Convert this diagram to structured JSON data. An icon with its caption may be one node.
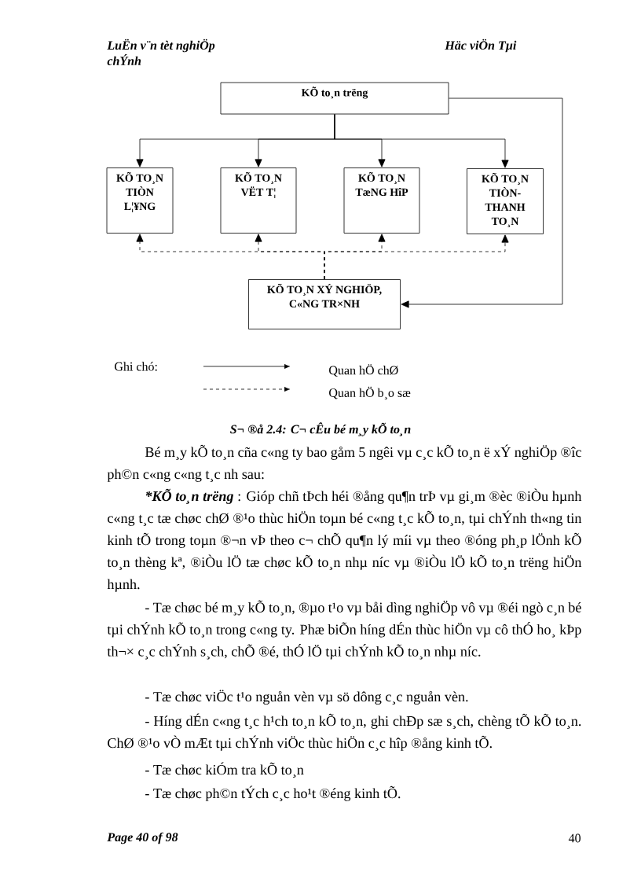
{
  "diagram": {
    "caption": "S¬ ®å 2.4: C¬ cÊu bé m¸y kÕ to¸n",
    "nodes": [
      {
        "text": [
          "KÕ to¸n trëng"
        ]
      },
      {
        "text": [
          "KÕ TO¸N TIÒN L¦¥NG"
        ]
      },
      {
        "text": [
          "KÕ TO¸N VËT T¦"
        ]
      },
      {
        "text": [
          "KÕ TO¸N TæNG HîP"
        ]
      },
      {
        "text": [
          "KÕ TO¸N TIÒN- THANH TO¸N"
        ]
      },
      {
        "text": [
          "KÕ TO¸N XÝ NGHIÖP, C«NG TR×NH"
        ]
      }
    ],
    "edges": [
      {
        "from": 0,
        "to": 1,
        "arrow": "to"
      },
      {
        "from": 0,
        "to": 2,
        "arrow": "to"
      },
      {
        "from": 0,
        "to": 3,
        "arrow": "to"
      },
      {
        "from": 0,
        "to": 4,
        "arrow": "to"
      },
      {
        "from": 0,
        "to": 5,
        "arrow": "to"
      },
      {
        "from": 5,
        "to": 1,
        "arrow": "to",
        "style": "dashed"
      },
      {
        "from": 5,
        "to": 2,
        "arrow": "to",
        "style": "dashed"
      },
      {
        "from": 5,
        "to": 3,
        "arrow": "to",
        "style": "dashed"
      },
      {
        "from": 5,
        "to": 4,
        "arrow": "to",
        "style": "dashed"
      }
    ],
    "labels": [
      "LuËn v¨n tèt nghiÖp",
      "Häc viÖn Tµi",
      "chÝnh",
      "Ghi chó:",
      "Bé m¸y kÕ to¸n cña c«ng ty bao gåm 5 ngêi vµ c¸c kÕ to¸n ë xÝ nghiÖp ®îc ph©n c«ng c«ng t¸c nh sau:",
      "*KÕ to¸n trëng",
      ": Gióp chñ tÞch héi ®ång qu¶n trÞ vµ gi¸m ®èc ®iÒu hµnh c«ng t¸c tæ chøc chØ ®¹o thùc hiÖn toµn bé c«ng t¸c kÕ to¸n, tµi chÝnh th«ng tin kinh tÕ trong toµn ®¬n vÞ theo c¬ chÕ qu¶n lý míi vµ theo ®óng ph¸p lÖnh kÕ to¸n thèng kª, ®iÒu lÖ tæ chøc kÕ to¸n nhµ níc vµ ®iÒu lÖ kÕ to¸n trëng hiÖn hµnh.",
      "- Tæ chøc bé m¸y kÕ to¸n, ®µo t¹o vµ båi dìng nghiÖp vô vµ ®éi ngò c¸n bé tµi chÝnh kÕ to¸n trong c«ng ty. Phæ biÕn híng dÉn thùc hiÖn vµ cô thÓ ho¸ kÞp th¬× c¸c chÝnh s¸ch, chÕ ®é, thÓ lÖ tµi chÝnh kÕ to¸n nhµ níc.",
      "- Tæ chøc viÖc t¹o nguån vèn vµ sö dông c¸c nguån vèn.",
      "- Híng dÉn c«ng t¸c h¹ch to¸n kÕ to¸n, ghi chÐp sæ s¸ch, chèng tÕ kÕ to¸n. ChØ ®¹o vÒ mÆt tµi chÝnh viÖc thùc hiÖn c¸c hîp ®ång kinh tÕ.",
      "- Tæ chøc kiÓm tra kÕ to¸n",
      "- Tæ chøc ph©n tÝch c¸c ho¹t ®éng kinh tÕ.",
      "Page 40 of 98",
      "40"
    ],
    "legend": [
      {
        "text": "Quan hÖ chØ"
      },
      {
        "text": "Quan hÖ b¸o sæ"
      }
    ]
  }
}
